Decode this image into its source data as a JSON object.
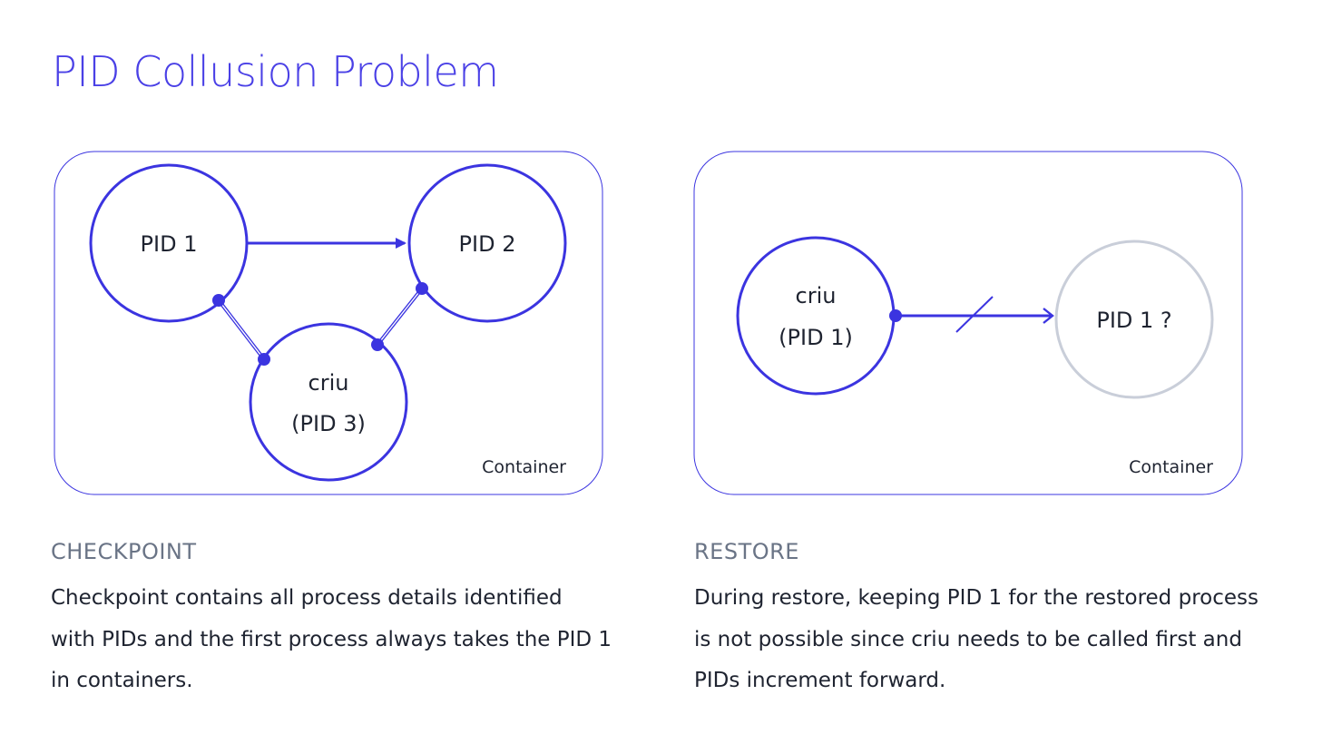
{
  "title": "PID Collusion Problem",
  "colors": {
    "accent": "#3b34e0",
    "muted_circle": "#c9ced9",
    "heading": "#6a7486",
    "body_text": "#1e2330"
  },
  "checkpoint_diagram": {
    "container_label": "Container",
    "nodes": {
      "pid1": "PID 1",
      "pid2": "PID 2",
      "criu_name": "criu",
      "criu_pid": "(PID 3)"
    }
  },
  "restore_diagram": {
    "container_label": "Container",
    "nodes": {
      "criu_name": "criu",
      "criu_pid": "(PID 1)",
      "target": "PID 1 ?"
    }
  },
  "checkpoint_section": {
    "heading": "CHECKPOINT",
    "lines": [
      "Checkpoint contains all process details identified",
      "with PIDs and the first process always takes the PID 1",
      "in containers."
    ]
  },
  "restore_section": {
    "heading": "RESTORE",
    "lines": [
      "During restore, keeping PID 1 for the restored process",
      "is not possible since criu needs to be called first and",
      "PIDs increment forward."
    ]
  }
}
